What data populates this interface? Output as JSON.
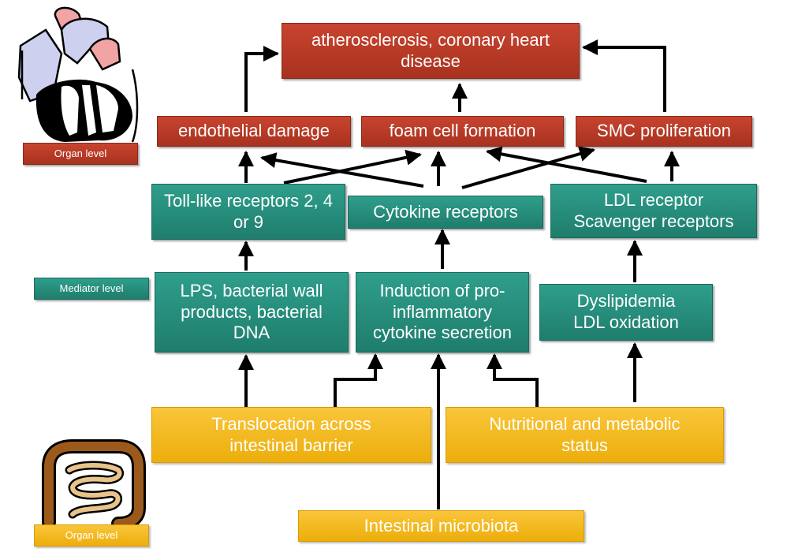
{
  "outcome": "atherosclerosis, coronary heart disease",
  "tissue_effects": {
    "endothelial": "endothelial damage",
    "foam": "foam cell formation",
    "smc": "SMC proliferation"
  },
  "receptors": {
    "tlr": "Toll-like receptors 2, 4 or 9",
    "cytokine": "Cytokine receptors",
    "ldl": "LDL receptor Scavenger receptors"
  },
  "mediators": {
    "lps": "LPS, bacterial wall products, bacterial DNA",
    "induction": "Induction of pro-inflammatory cytokine secretion",
    "dyslipidemia": "Dyslipidemia LDL oxidation"
  },
  "gut_factors": {
    "translocation": "Translocation across intestinal barrier",
    "nutrition": "Nutritional and metabolic status",
    "microbiota": "Intestinal microbiota"
  },
  "level_labels": {
    "organ_top": "Organ level",
    "mediator": "Mediator level",
    "organ_bottom": "Organ level"
  },
  "colors": {
    "red": "#b63a26",
    "teal": "#23877a",
    "gold": "#f4b41a",
    "arrow": "#000000"
  },
  "icons": [
    "heart-icon",
    "intestine-icon"
  ]
}
